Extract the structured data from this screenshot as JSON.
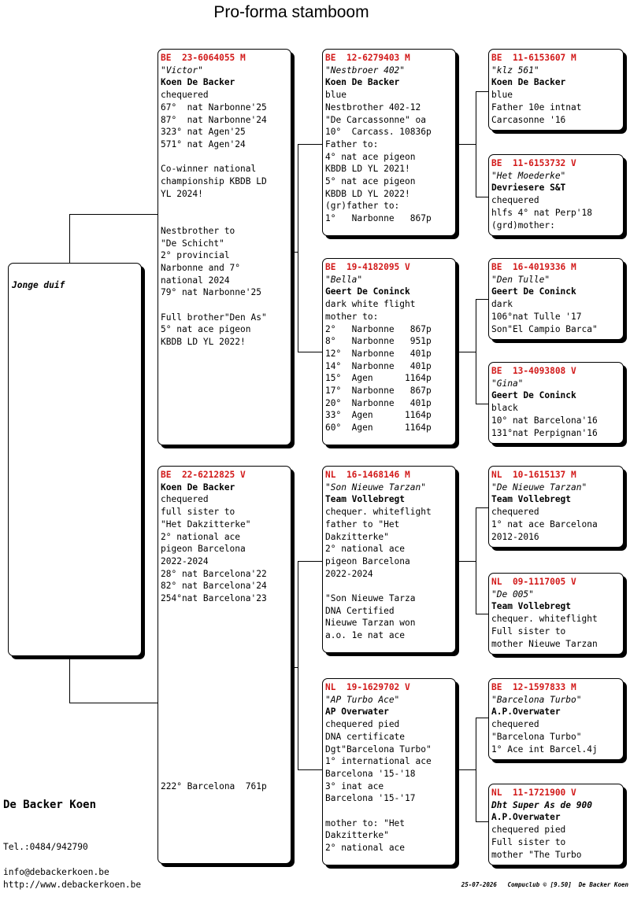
{
  "title": "Pro-forma stamboom",
  "subject": {
    "name": "Jonge duif"
  },
  "father": {
    "ring": "BE  23-6064055 M",
    "name": "\"Victor\"",
    "owner": "Koen De Backer",
    "lines": [
      "chequered",
      "67°  nat Narbonne'25",
      "87°  nat Narbonne'24",
      "323° nat Agen'25",
      "571° nat Agen'24",
      "",
      "Co-winner national",
      "championship KBDB LD",
      "YL 2024!",
      "",
      "",
      "Nestbrother to",
      "\"De Schicht\"",
      "2° provincial",
      "Narbonne and 7°",
      "national 2024",
      "79° nat Narbonne'25",
      "",
      "Full brother\"Den As\"",
      "5° nat ace pigeon",
      "KBDB LD YL 2022!"
    ]
  },
  "mother": {
    "ring": "BE  22-6212825 V",
    "name": "",
    "owner": "Koen De Backer",
    "lines": [
      "chequered",
      "full sister to",
      "\"Het Dakzitterke\"",
      "2° national ace",
      "pigeon Barcelona",
      "2022-2024",
      "28° nat Barcelona'22",
      "82° nat Barcelona'24",
      "254°nat Barcelona'23"
    ],
    "bottom_line": "222° Barcelona  761p"
  },
  "ff": {
    "ring": "BE  12-6279403 M",
    "name": "\"Nestbroer 402\"",
    "owner": "Koen De Backer",
    "lines": [
      "blue",
      "Nestbrother 402-12",
      "\"De Carcassonne\" oa",
      "10°  Carcass. 10836p",
      "Father to:",
      "4° nat ace pigeon",
      "KBDB LD YL 2021!",
      "5° nat ace pigeon",
      "KBDB LD YL 2022!",
      "(gr)father to:",
      "1°   Narbonne   867p"
    ]
  },
  "fm": {
    "ring": "BE  19-4182095 V",
    "name": "\"Bella\"",
    "owner": "Geert De Coninck",
    "lines": [
      "dark white flight",
      "mother to:",
      "2°   Narbonne   867p",
      "8°   Narbonne   951p",
      "12°  Narbonne   401p",
      "14°  Narbonne   401p",
      "15°  Agen      1164p",
      "17°  Narbonne   867p",
      "20°  Narbonne   401p",
      "33°  Agen      1164p",
      "60°  Agen      1164p"
    ]
  },
  "mf": {
    "ring": "NL  16-1468146 M",
    "name": "\"Son Nieuwe Tarzan\"",
    "owner": "Team Vollebregt",
    "lines": [
      "chequer. whiteflight",
      "father to \"Het",
      "Dakzitterke\"",
      "2° national ace",
      "pigeon Barcelona",
      "2022-2024",
      "",
      "\"Son Nieuwe Tarza",
      "DNA Certified",
      "Nieuwe Tarzan won",
      "a.o. 1e nat ace"
    ]
  },
  "mm": {
    "ring": "NL  19-1629702 V",
    "name": "\"AP Turbo Ace\"",
    "owner": "AP Overwater",
    "lines": [
      "chequered pied",
      "DNA certificate",
      "Dgt\"Barcelona Turbo\"",
      "1° international ace",
      "Barcelona '15-'18",
      "3° inat ace",
      "Barcelona '15-'17",
      "",
      "mother to: \"Het",
      "Dakzitterke\"",
      "2° national ace"
    ]
  },
  "fff": {
    "ring": "BE  11-6153607 M",
    "name": "\"klz 561\"",
    "owner": "Koen De Backer",
    "lines": [
      "blue",
      "Father 10e intnat",
      "Carcasonne '16"
    ]
  },
  "ffm": {
    "ring": "BE  11-6153732 V",
    "name": "\"Het Moederke\"",
    "owner": "Devriesere S&T",
    "lines": [
      "chequered",
      "hlfs 4° nat Perp'18",
      "(grd)mother:"
    ]
  },
  "fmf": {
    "ring": "BE  16-4019336 M",
    "name": "\"Den Tulle\"",
    "owner": "Geert De Coninck",
    "lines": [
      "dark",
      "106°nat Tulle '17",
      "Son\"El Campio Barca\""
    ]
  },
  "fmm": {
    "ring": "BE  13-4093808 V",
    "name": "\"Gina\"",
    "owner": "Geert De Coninck",
    "lines": [
      "black",
      "10° nat Barcelona'16",
      "131°nat Perpignan'16"
    ]
  },
  "mff": {
    "ring": "NL  10-1615137 M",
    "name": "\"De Nieuwe Tarzan\"",
    "owner": "Team Vollebregt",
    "lines": [
      "chequered",
      "1° nat ace Barcelona",
      "2012-2016"
    ]
  },
  "mfm": {
    "ring": "NL  09-1117005 V",
    "name": "\"De 005\"",
    "owner": "Team Vollebregt",
    "lines": [
      "chequer. whiteflight",
      "Full sister to",
      "mother Nieuwe Tarzan"
    ]
  },
  "mmf": {
    "ring": "BE  12-1597833 M",
    "name": "\"Barcelona Turbo\"",
    "owner": "A.P.Overwater",
    "lines": [
      "chequered",
      "\"Barcelona Turbo\"",
      "1° Ace int Barcel.4j"
    ]
  },
  "mmm": {
    "ring": "NL  11-1721900 V",
    "name": "Dht Super As de 900",
    "owner": "A.P.Overwater",
    "lines": [
      "chequered pied",
      "Full sister to",
      "mother \"The Turbo"
    ]
  },
  "breeder": {
    "name": "De Backer Koen",
    "phone": "Tel.:0484/942790",
    "email": "info@debackerkoen.be",
    "website": "http://www.debackerkoen.be"
  },
  "footer": "25-07-2026   Compuclub © [9.50]  De Backer Koen"
}
